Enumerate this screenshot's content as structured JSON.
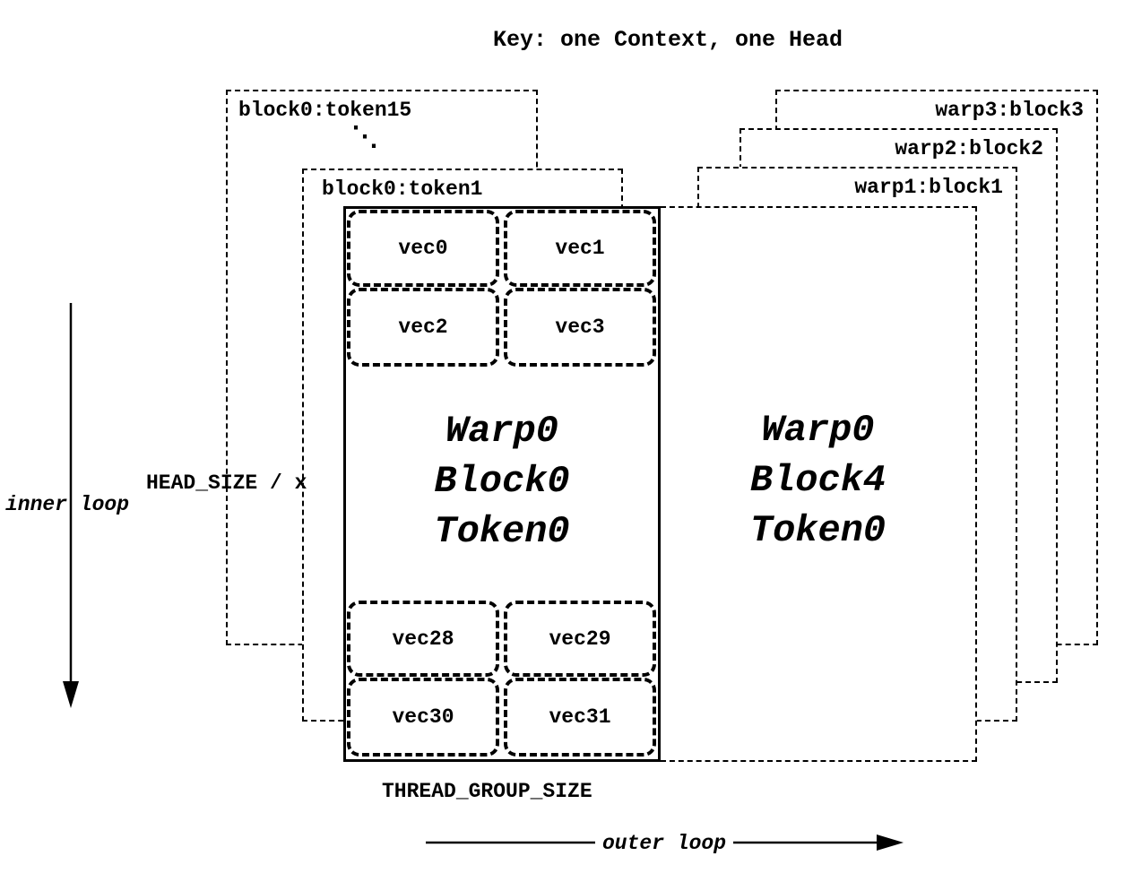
{
  "title": "Key: one Context, one Head",
  "left_stack": {
    "back_label": "block0:token15",
    "dots": "⋱",
    "front_label": "block0:token1"
  },
  "right_stack": {
    "back_label": "warp3:block3",
    "middle_label": "warp2:block2",
    "front_label": "warp1:block1"
  },
  "main_block": {
    "top_vecs": [
      "vec0",
      "vec1",
      "vec2",
      "vec3"
    ],
    "bottom_vecs": [
      "vec28",
      "vec29",
      "vec30",
      "vec31"
    ],
    "lines": [
      "Warp0",
      "Block0",
      "Token0"
    ]
  },
  "right_block": {
    "lines": [
      "Warp0",
      "Block4",
      "Token0"
    ]
  },
  "annotations": {
    "inner_loop": "inner loop",
    "outer_loop": "outer loop",
    "head_size": "HEAD_SIZE / x",
    "thread_group_size": "THREAD_GROUP_SIZE"
  }
}
